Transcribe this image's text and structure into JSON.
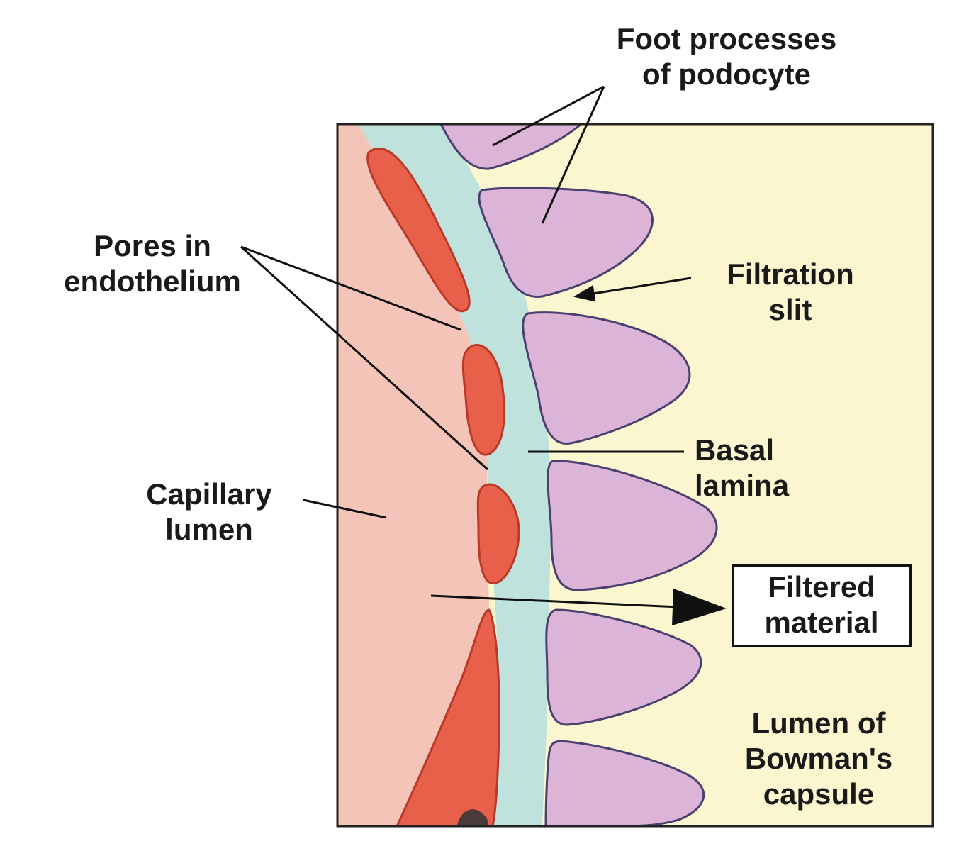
{
  "labels": {
    "foot_processes": {
      "line1": "Foot processes",
      "line2": "of podocyte"
    },
    "pores": {
      "line1": "Pores in",
      "line2": "endothelium"
    },
    "filtration_slit": {
      "line1": "Filtration",
      "line2": "slit"
    },
    "basal_lamina": {
      "line1": "Basal",
      "line2": "lamina"
    },
    "capillary_lumen": {
      "line1": "Capillary",
      "line2": "lumen"
    },
    "filtered_material": {
      "line1": "Filtered",
      "line2": "material"
    },
    "bowman_lumen": {
      "line1": "Lumen of",
      "line2": "Bowman's",
      "line3": "capsule"
    }
  },
  "colors": {
    "capillary_lumen": "#f4c4b8",
    "endothelium": "#e8604a",
    "basal_lamina": "#bfe3dc",
    "podocyte": "#dcb4d8",
    "podocyte_outline": "#4a3f6e",
    "bowman_space": "#fbf6cf",
    "line": "#111111"
  }
}
